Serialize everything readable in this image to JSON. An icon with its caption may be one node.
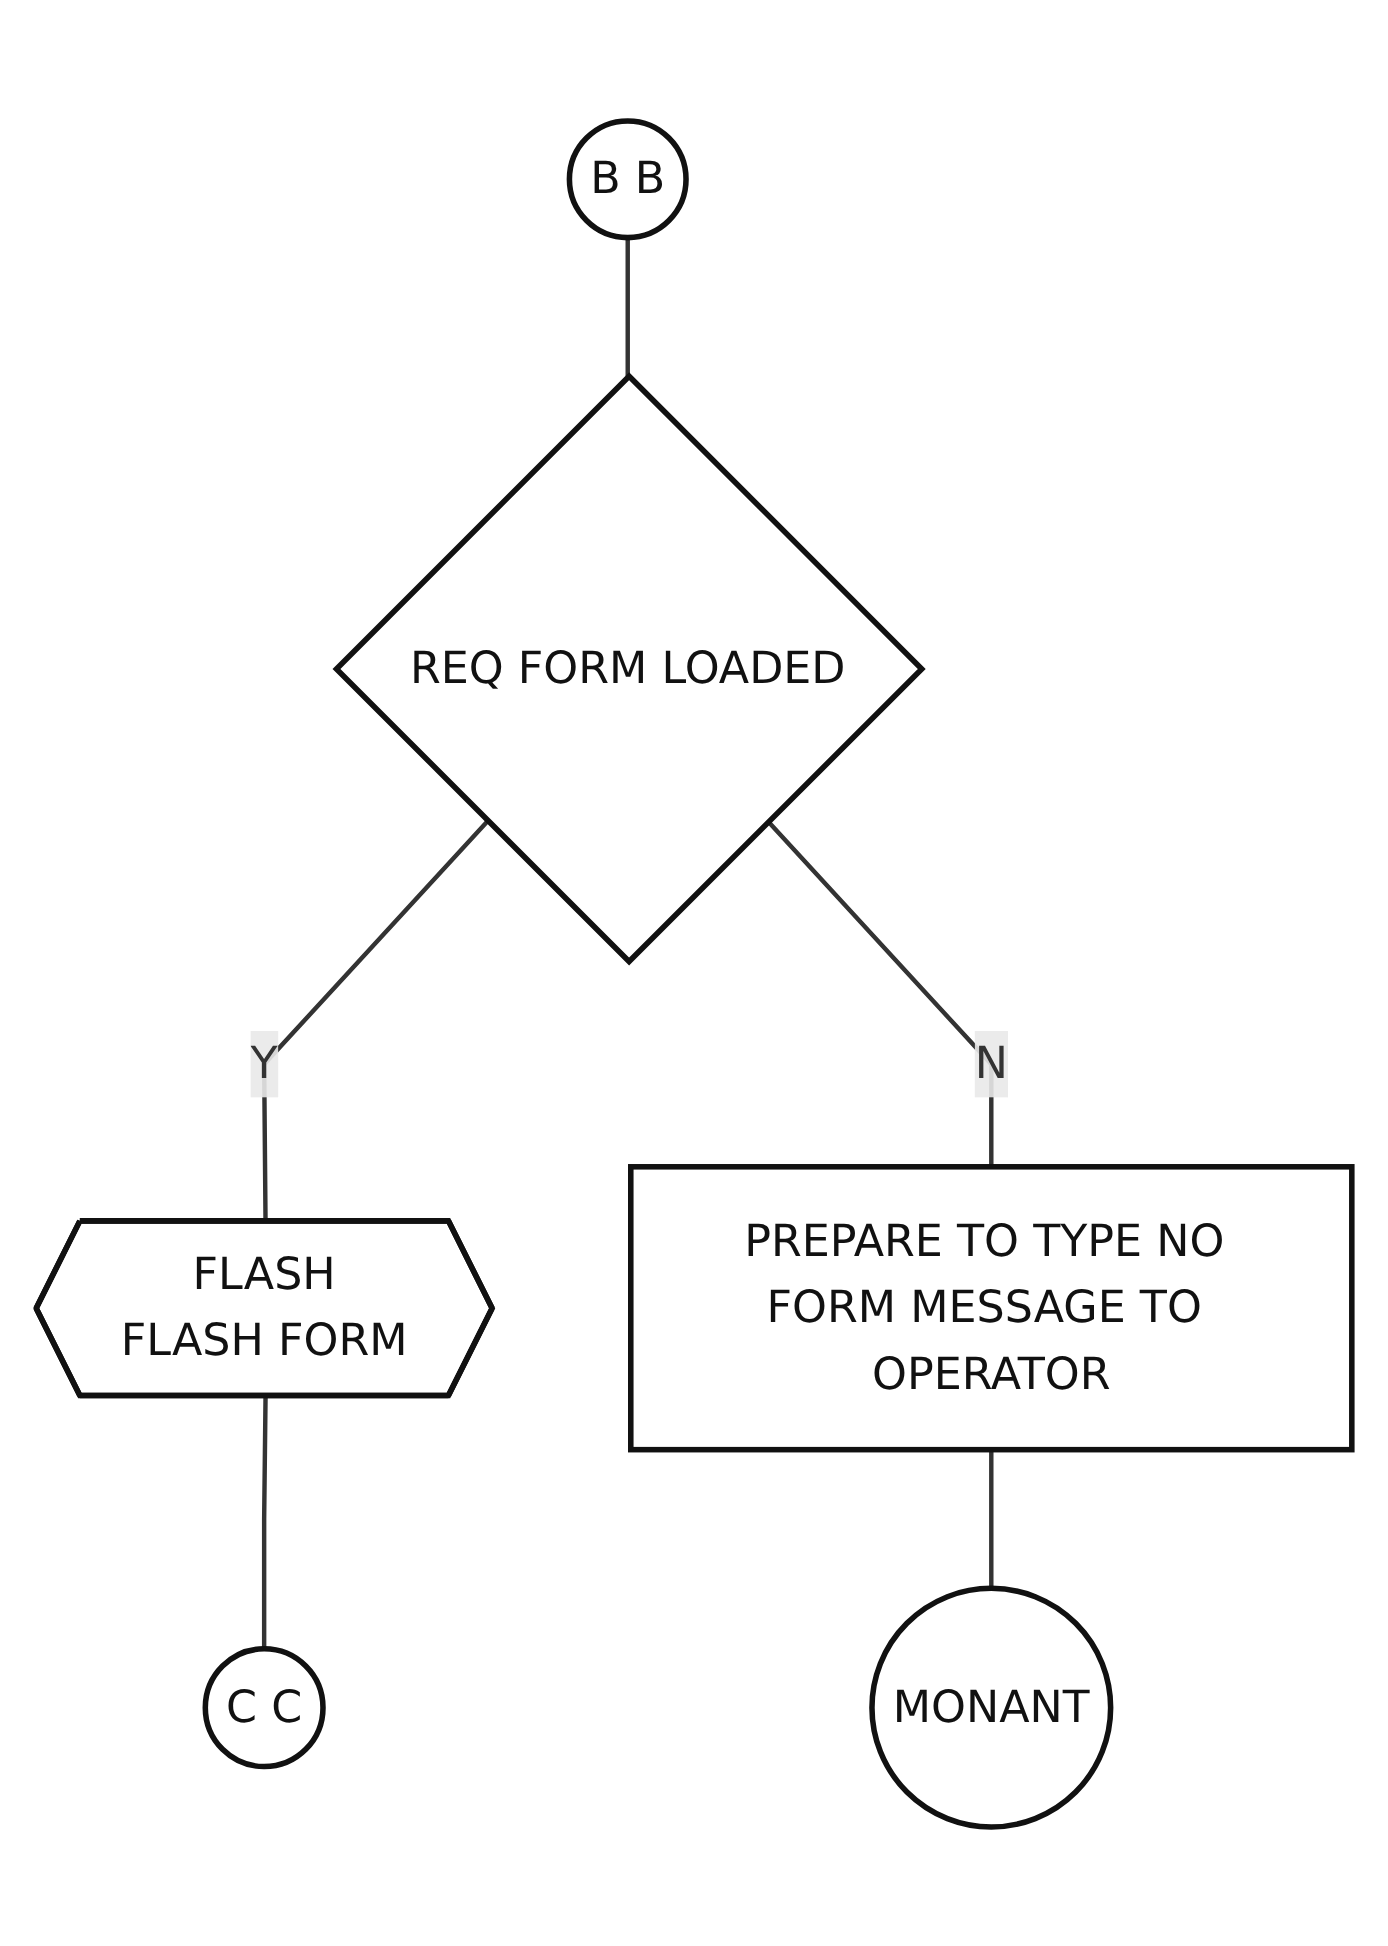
{
  "diagram": {
    "nodes": [
      {
        "text": [
          "B B"
        ]
      },
      {
        "text": [
          "REQ FORM LOADED"
        ]
      },
      {
        "text": [
          "FLASH",
          "FLASH FORM"
        ]
      },
      {
        "text": [
          "PREPARE TO TYPE NO FORM MESSAGE TO OPERATOR"
        ]
      },
      {
        "text": [
          "C C"
        ]
      },
      {
        "text": [
          "MONANT"
        ]
      }
    ],
    "edges": [
      {
        "from": 0,
        "to": 1,
        "arrow": "none"
      },
      {
        "from": 1,
        "to": 2,
        "arrow": "none",
        "label": "Y"
      },
      {
        "from": 1,
        "to": 3,
        "arrow": "none",
        "label": "N"
      },
      {
        "from": 2,
        "to": 4,
        "arrow": "none"
      },
      {
        "from": 3,
        "to": 5,
        "arrow": "none"
      }
    ]
  }
}
